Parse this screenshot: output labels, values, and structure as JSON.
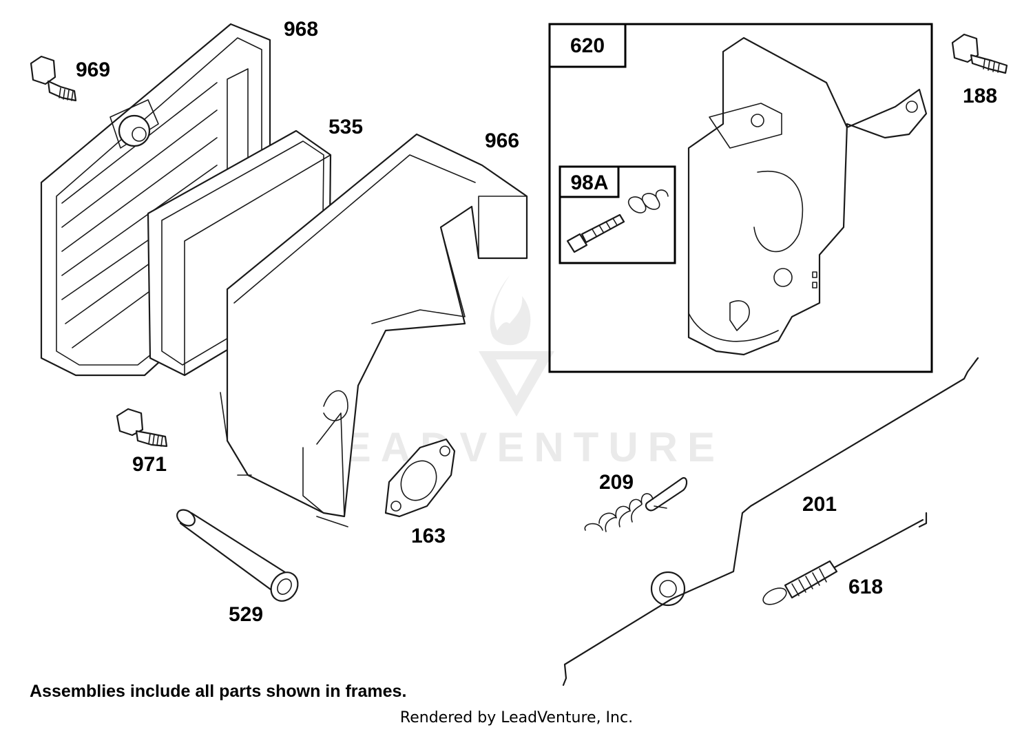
{
  "diagram": {
    "callouts": {
      "p968": "968",
      "p969": "969",
      "p535": "535",
      "p966": "966",
      "p971": "971",
      "p529": "529",
      "p163": "163",
      "p620": "620",
      "p98a": "98A",
      "p188": "188",
      "p209": "209",
      "p201": "201",
      "p618": "618"
    },
    "watermark": "LEADVENTURE",
    "note": "Assemblies include all parts shown in frames.",
    "credit": "Rendered by LeadVenture, Inc."
  }
}
